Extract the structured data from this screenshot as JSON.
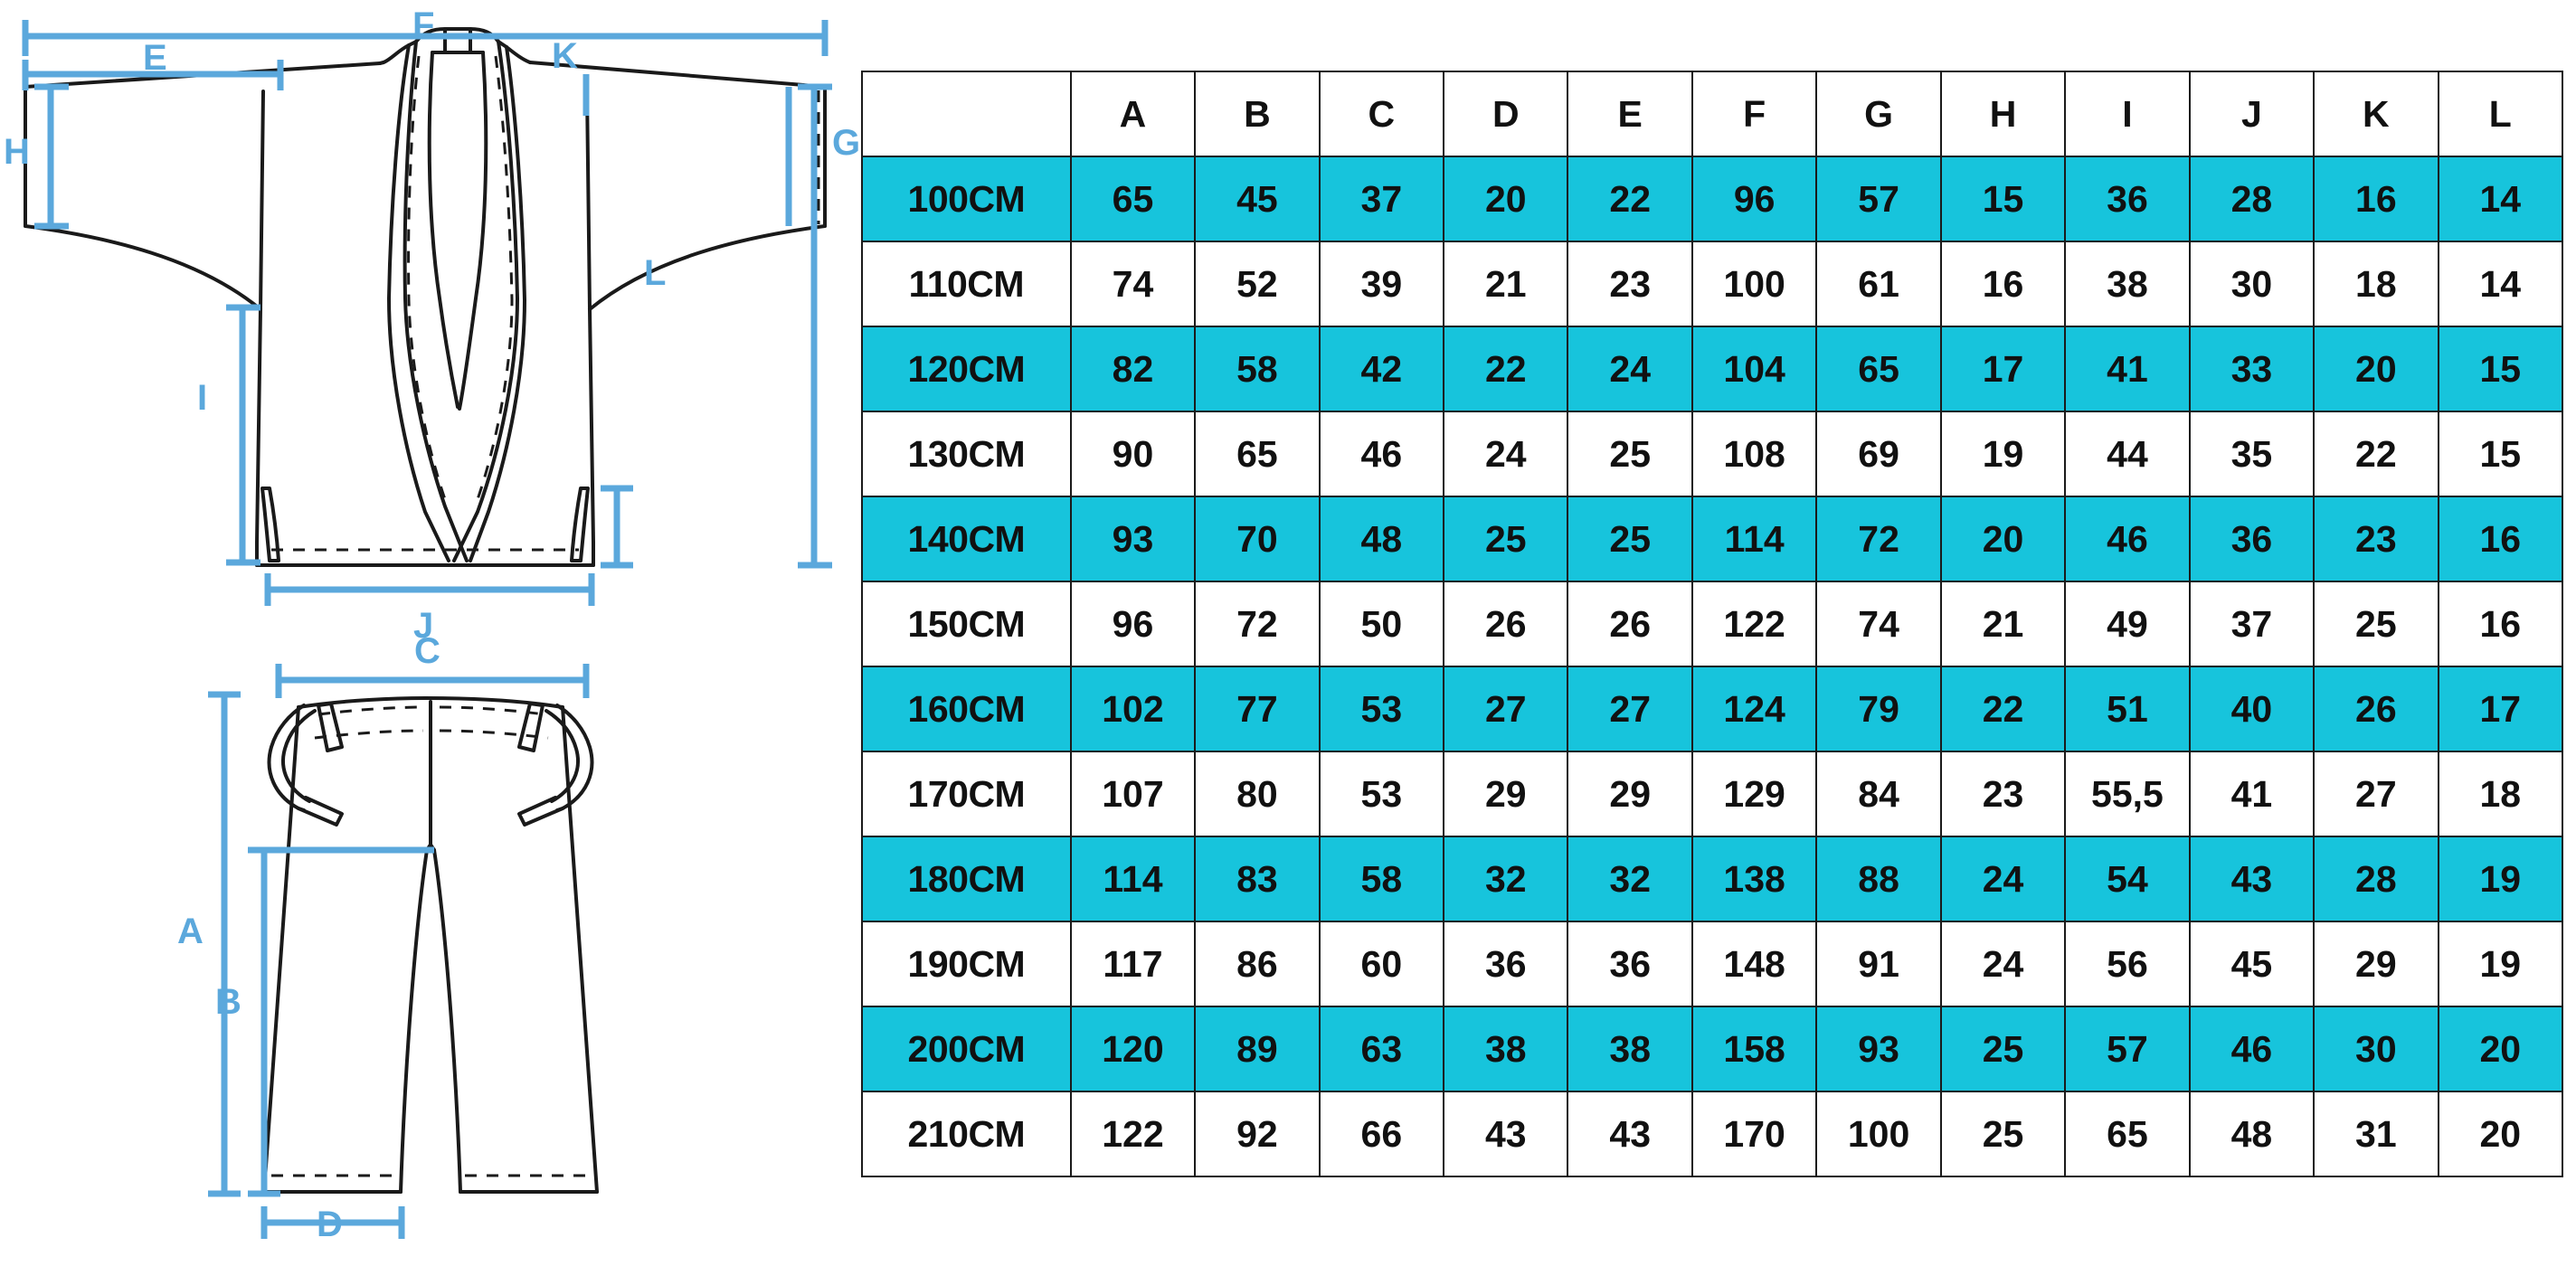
{
  "diagrams": {
    "jacket": {
      "name": "karate-gi-jacket-technical-drawing",
      "dimension_labels": [
        {
          "key": "F",
          "label": "F",
          "meaning": "jacket-total-width-sleeve-to-sleeve"
        },
        {
          "key": "E",
          "label": "E",
          "meaning": "sleeve-length"
        },
        {
          "key": "K",
          "label": "K",
          "meaning": "shoulder-width"
        },
        {
          "key": "H",
          "label": "H",
          "meaning": "sleeve-opening-height"
        },
        {
          "key": "G",
          "label": "G",
          "meaning": "jacket-total-length"
        },
        {
          "key": "I",
          "label": "I",
          "meaning": "jacket-side-length"
        },
        {
          "key": "L",
          "label": "L",
          "meaning": "jacket-side-slit-height"
        },
        {
          "key": "J",
          "label": "J",
          "meaning": "jacket-hem-width"
        }
      ]
    },
    "pants": {
      "name": "karate-gi-pants-technical-drawing",
      "dimension_labels": [
        {
          "key": "C",
          "label": "C",
          "meaning": "pants-waist-width"
        },
        {
          "key": "A",
          "label": "A",
          "meaning": "pants-total-length"
        },
        {
          "key": "B",
          "label": "B",
          "meaning": "pants-inseam-length"
        },
        {
          "key": "D",
          "label": "D",
          "meaning": "pants-leg-opening-width"
        }
      ]
    }
  },
  "colors": {
    "accent_cyan": "#17C4DC",
    "dimension_blue": "#5BA8DC",
    "line_black": "#1a1a1a",
    "cell_white": "#ffffff"
  },
  "table": {
    "name": "size-chart",
    "corner_header": "",
    "column_headers": [
      "A",
      "B",
      "C",
      "D",
      "E",
      "F",
      "G",
      "H",
      "I",
      "J",
      "K",
      "L"
    ],
    "rows": [
      {
        "size": "100CM",
        "highlight": true,
        "values": [
          "65",
          "45",
          "37",
          "20",
          "22",
          "96",
          "57",
          "15",
          "36",
          "28",
          "16",
          "14"
        ]
      },
      {
        "size": "110CM",
        "highlight": false,
        "values": [
          "74",
          "52",
          "39",
          "21",
          "23",
          "100",
          "61",
          "16",
          "38",
          "30",
          "18",
          "14"
        ]
      },
      {
        "size": "120CM",
        "highlight": true,
        "values": [
          "82",
          "58",
          "42",
          "22",
          "24",
          "104",
          "65",
          "17",
          "41",
          "33",
          "20",
          "15"
        ]
      },
      {
        "size": "130CM",
        "highlight": false,
        "values": [
          "90",
          "65",
          "46",
          "24",
          "25",
          "108",
          "69",
          "19",
          "44",
          "35",
          "22",
          "15"
        ]
      },
      {
        "size": "140CM",
        "highlight": true,
        "values": [
          "93",
          "70",
          "48",
          "25",
          "25",
          "114",
          "72",
          "20",
          "46",
          "36",
          "23",
          "16"
        ]
      },
      {
        "size": "150CM",
        "highlight": false,
        "values": [
          "96",
          "72",
          "50",
          "26",
          "26",
          "122",
          "74",
          "21",
          "49",
          "37",
          "25",
          "16"
        ]
      },
      {
        "size": "160CM",
        "highlight": true,
        "values": [
          "102",
          "77",
          "53",
          "27",
          "27",
          "124",
          "79",
          "22",
          "51",
          "40",
          "26",
          "17"
        ]
      },
      {
        "size": "170CM",
        "highlight": false,
        "values": [
          "107",
          "80",
          "53",
          "29",
          "29",
          "129",
          "84",
          "23",
          "55,5",
          "41",
          "27",
          "18"
        ]
      },
      {
        "size": "180CM",
        "highlight": true,
        "values": [
          "114",
          "83",
          "58",
          "32",
          "32",
          "138",
          "88",
          "24",
          "54",
          "43",
          "28",
          "19"
        ]
      },
      {
        "size": "190CM",
        "highlight": false,
        "values": [
          "117",
          "86",
          "60",
          "36",
          "36",
          "148",
          "91",
          "24",
          "56",
          "45",
          "29",
          "19"
        ]
      },
      {
        "size": "200CM",
        "highlight": true,
        "values": [
          "120",
          "89",
          "63",
          "38",
          "38",
          "158",
          "93",
          "25",
          "57",
          "46",
          "30",
          "20"
        ]
      },
      {
        "size": "210CM",
        "highlight": false,
        "values": [
          "122",
          "92",
          "66",
          "43",
          "43",
          "170",
          "100",
          "25",
          "65",
          "48",
          "31",
          "20"
        ]
      }
    ]
  }
}
